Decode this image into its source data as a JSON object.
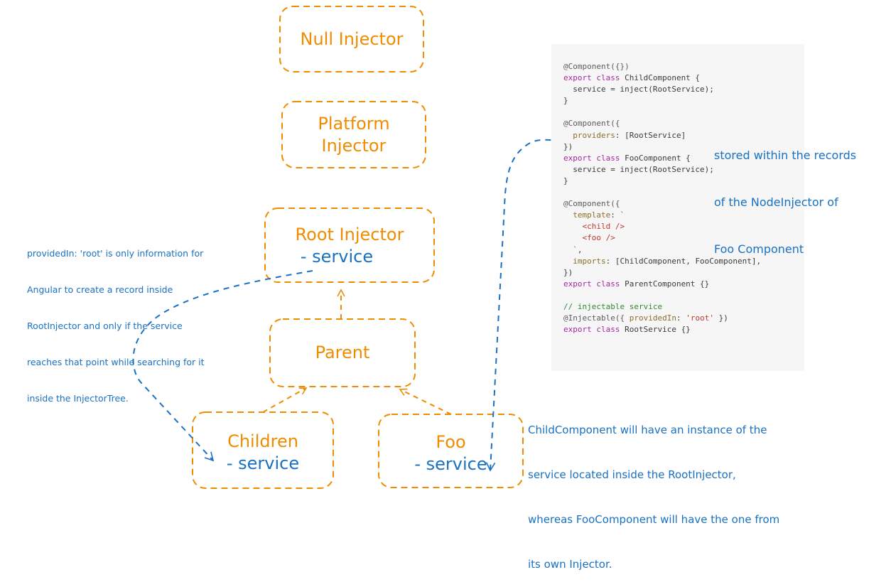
{
  "colors": {
    "injector": "#f08c00",
    "service": "#1971c2",
    "code_bg": "#f6f6f6"
  },
  "nodes": {
    "null_injector": {
      "title": "Null Injector"
    },
    "platform_injector": {
      "title_line1": "Platform",
      "title_line2": "Injector"
    },
    "root_injector": {
      "title": "Root Injector",
      "service": "- service"
    },
    "parent": {
      "title": "Parent"
    },
    "children": {
      "title": "Children",
      "service": "- service"
    },
    "foo": {
      "title": "Foo",
      "service": "- service"
    }
  },
  "notes": {
    "provided_in": [
      "providedIn: 'root' is only information for",
      "Angular to create a record inside",
      "RootInjector and only if the service",
      "reaches that point while searching for it",
      "inside the InjectorTree."
    ],
    "stored_within": [
      "stored within the records",
      "of the NodeInjector of",
      "Foo Component"
    ],
    "child_vs_foo": [
      "ChildComponent will have an instance of the",
      "service located inside the RootInjector,",
      "whereas FooComponent will have the one from",
      "its own Injector."
    ]
  },
  "code": [
    [
      {
        "t": "dec",
        "s": "@Component({})"
      }
    ],
    [
      {
        "t": "kw",
        "s": "export class "
      },
      {
        "t": "plain",
        "s": "ChildComponent {"
      }
    ],
    [
      {
        "t": "plain",
        "s": "  service = inject(RootService);"
      }
    ],
    [
      {
        "t": "plain",
        "s": "}"
      }
    ],
    [
      {
        "t": "plain",
        "s": ""
      }
    ],
    [
      {
        "t": "dec",
        "s": "@Component({"
      }
    ],
    [
      {
        "t": "prop",
        "s": "  providers"
      },
      {
        "t": "plain",
        "s": ": [RootService]"
      }
    ],
    [
      {
        "t": "plain",
        "s": "})"
      }
    ],
    [
      {
        "t": "kw",
        "s": "export class "
      },
      {
        "t": "plain",
        "s": "FooComponent {"
      }
    ],
    [
      {
        "t": "plain",
        "s": "  service = inject(RootService);"
      }
    ],
    [
      {
        "t": "plain",
        "s": "}"
      }
    ],
    [
      {
        "t": "plain",
        "s": ""
      }
    ],
    [
      {
        "t": "dec",
        "s": "@Component({"
      }
    ],
    [
      {
        "t": "prop",
        "s": "  template"
      },
      {
        "t": "plain",
        "s": ": "
      },
      {
        "t": "str",
        "s": "`"
      }
    ],
    [
      {
        "t": "tag",
        "s": "    <child />"
      }
    ],
    [
      {
        "t": "tag",
        "s": "    <foo />"
      }
    ],
    [
      {
        "t": "str",
        "s": "  `"
      },
      {
        "t": "plain",
        "s": ","
      }
    ],
    [
      {
        "t": "prop",
        "s": "  imports"
      },
      {
        "t": "plain",
        "s": ": [ChildComponent, FooComponent],"
      }
    ],
    [
      {
        "t": "plain",
        "s": "})"
      }
    ],
    [
      {
        "t": "kw",
        "s": "export class "
      },
      {
        "t": "plain",
        "s": "ParentComponent {}"
      }
    ],
    [
      {
        "t": "plain",
        "s": ""
      }
    ],
    [
      {
        "t": "com",
        "s": "// injectable service"
      }
    ],
    [
      {
        "t": "dec",
        "s": "@Injectable({ "
      },
      {
        "t": "prop",
        "s": "providedIn"
      },
      {
        "t": "plain",
        "s": ": "
      },
      {
        "t": "str",
        "s": "'root'"
      },
      {
        "t": "plain",
        "s": " })"
      }
    ],
    [
      {
        "t": "kw",
        "s": "export class "
      },
      {
        "t": "plain",
        "s": "RootService {}"
      }
    ]
  ]
}
